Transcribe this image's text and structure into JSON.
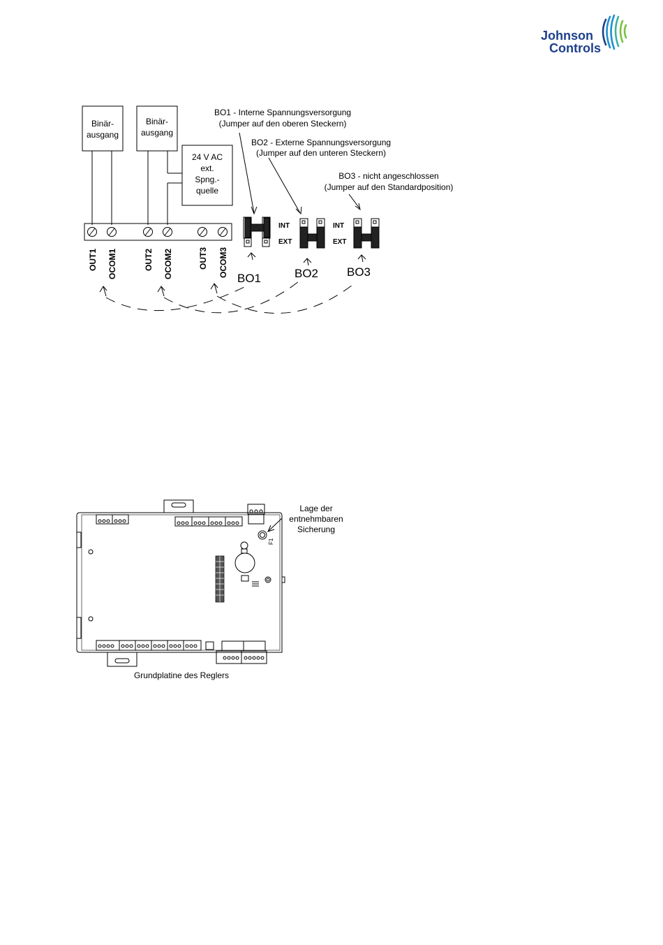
{
  "logo": {
    "line1": "Johnson",
    "line2": "Controls",
    "text_color": "#1d3f8c",
    "mark_colors": [
      "#1d3f8c",
      "#1f8fd0",
      "#3fb0a0",
      "#7ac142"
    ]
  },
  "wiring": {
    "box1": [
      "Binär-",
      "ausgang"
    ],
    "box2": [
      "Binär-",
      "ausgang"
    ],
    "box3": [
      "24 V AC",
      "ext.",
      "Spng.-",
      "quelle"
    ],
    "terminals": [
      "OUT1",
      "OCOM1",
      "OUT2",
      "OCOM2",
      "OUT3",
      "OCOM3"
    ],
    "int_label": "INT",
    "ext_label": "EXT",
    "jumper_labels": [
      "BO1",
      "BO2",
      "BO3"
    ],
    "callout_bo1": [
      "BO1 - Interne Spannungsversorgung",
      "(Jumper auf den oberen Steckern)"
    ],
    "callout_bo2": [
      "BO2 - Externe Spannungsversorgung",
      "(Jumper auf den unteren Steckern)"
    ],
    "callout_bo3": [
      "BO3 - nicht angeschlossen",
      "(Jumper auf den Standardposition)"
    ]
  },
  "board": {
    "fuse_note": [
      "Lage der",
      "entnehmbaren",
      "Sicherung"
    ],
    "fuse_label": "F1",
    "caption": "Grundplatine des Reglers"
  }
}
